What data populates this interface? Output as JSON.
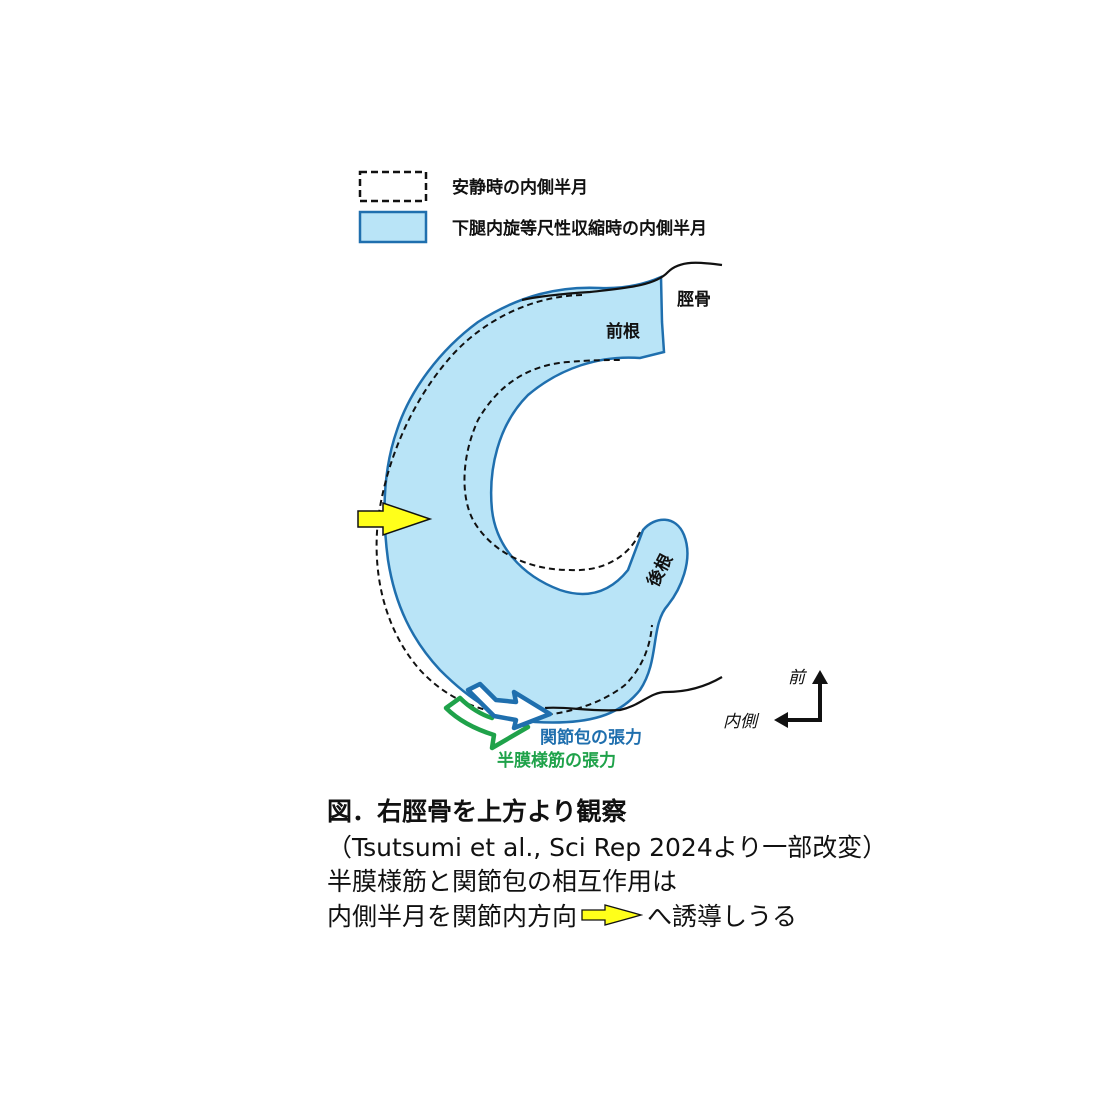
{
  "legend": {
    "rest": "安静時の内側半月",
    "contraction": "下腿内旋等尺性収縮時の内側半月"
  },
  "labels": {
    "tibia": "脛骨",
    "anterior_root": "前根",
    "posterior_root": "後根",
    "capsule_tension": "関節包の張力",
    "semimembranosus_tension": "半膜様筋の張力",
    "anterior": "前",
    "medial": "内側"
  },
  "caption": {
    "title": "図．右脛骨を上方より観察",
    "citation": "（Tsutsumi et al., Sci Rep 2024より一部改変）",
    "line1": "半膜様筋と関節包の相互作用は",
    "line2_before": "内側半月を関節内方向",
    "line2_after": "へ誘導しうる"
  },
  "colors": {
    "meniscus_fill": "#b9e4f7",
    "meniscus_stroke": "#1f6fae",
    "rest_outline": "#111111",
    "yellow_arrow": "#ffff1a",
    "capsule_arrow": "#1f6fae",
    "semimembranosus_arrow": "#1fa24a"
  },
  "icons": {
    "compass": "anterior-medial-compass-icon",
    "inward_arrow": "yellow-arrow-icon"
  }
}
